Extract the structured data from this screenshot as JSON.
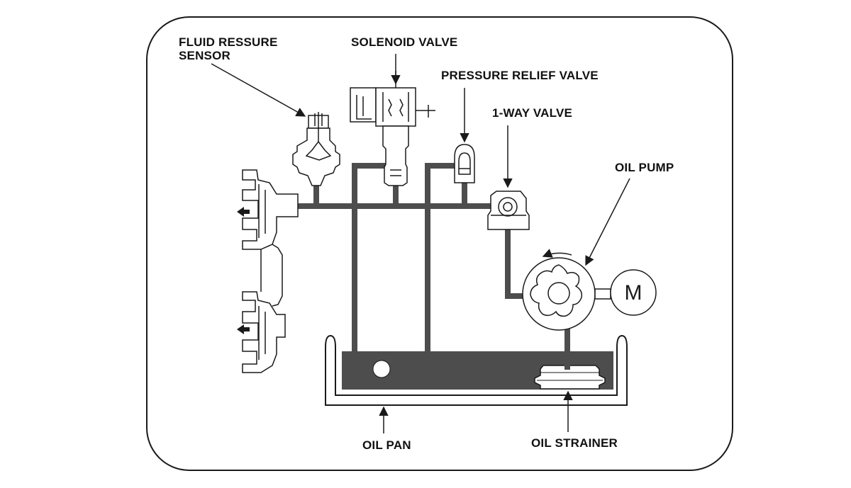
{
  "labels": {
    "fluid_pressure_sensor_line1": "FLUID RESSURE",
    "fluid_pressure_sensor_line2": "SENSOR",
    "solenoid_valve": "SOLENOID VALVE",
    "pressure_relief_valve": "PRESSURE RELIEF VALVE",
    "one_way_valve": "1-WAY VALVE",
    "oil_pump": "OIL PUMP",
    "oil_pan": "OIL PAN",
    "oil_strainer": "OIL STRAINER",
    "motor": "M"
  },
  "colors": {
    "line": "#1a1a1a",
    "oil": "#4d4d4d",
    "background": "#ffffff"
  }
}
